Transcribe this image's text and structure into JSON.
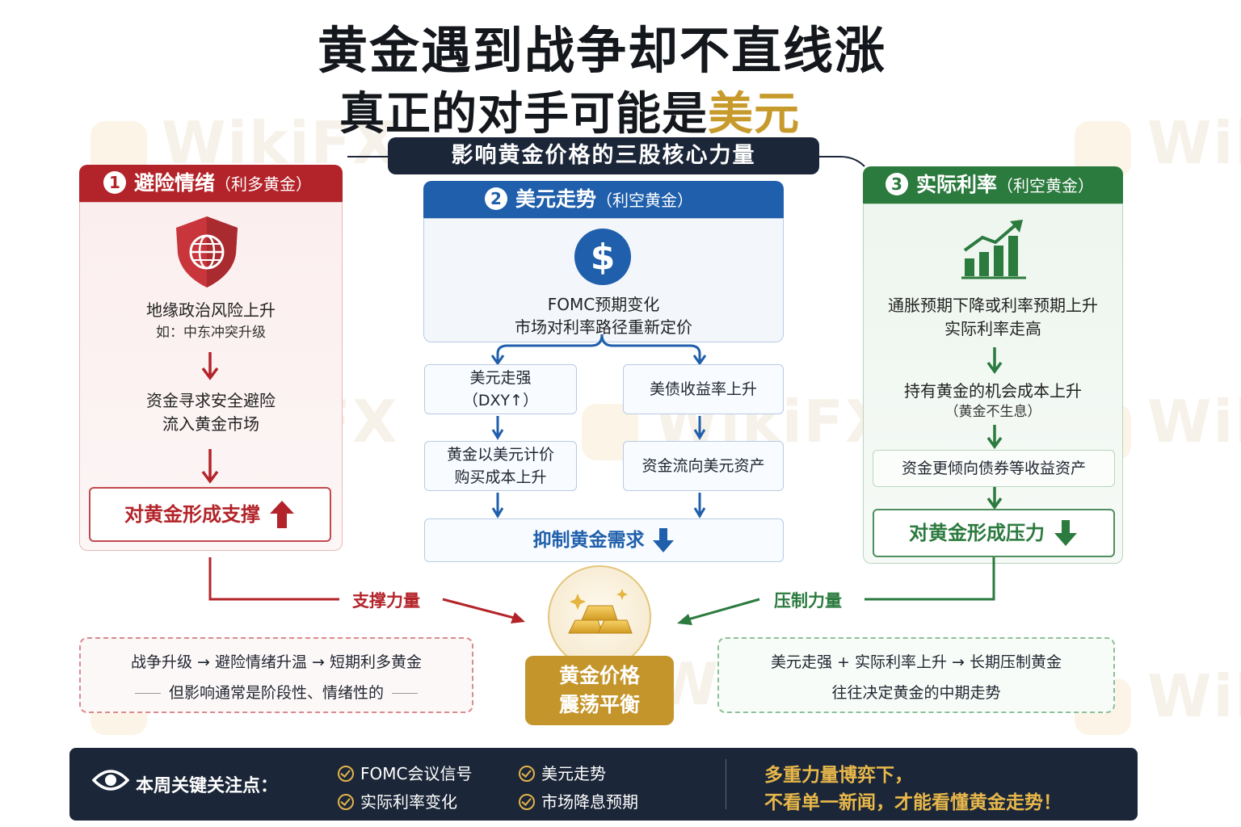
{
  "watermark": "WikiFX",
  "title": {
    "line1": "黄金遇到战争却不直线涨",
    "line2_prefix": "真正的对手可能是",
    "line2_highlight": "美元"
  },
  "core_label": "影响黄金价格的三股核心力量",
  "col1": {
    "num": "1",
    "title": "避险情绪",
    "tag": "（利多黄金）",
    "icon": "shield-globe-icon",
    "step1_main": "地缘政治风险上升",
    "step1_sub": "如：中东冲突升级",
    "step2_main": "资金寻求安全避险",
    "step2_sub": "流入黄金市场",
    "result": "对黄金形成支撑"
  },
  "col2": {
    "num": "2",
    "title": "美元走势",
    "tag": "（利空黄金）",
    "icon": "dollar-icon",
    "top_main": "FOMC预期变化",
    "top_sub": "市场对利率路径重新定价",
    "left1_line1": "美元走强",
    "left1_line2": "（DXY↑）",
    "right1": "美债收益率上升",
    "left2_line1": "黄金以美元计价",
    "left2_line2": "购买成本上升",
    "right2": "资金流向美元资产",
    "result": "抑制黄金需求"
  },
  "col3": {
    "num": "3",
    "title": "实际利率",
    "tag": "（利空黄金）",
    "icon": "bar-chart-up-icon",
    "step1_main": "通胀预期下降或利率预期上升",
    "step1_sub": "实际利率走高",
    "step2_main": "持有黄金的机会成本上升",
    "step2_sub": "（黄金不生息）",
    "step3": "资金更倾向债券等收益资产",
    "result": "对黄金形成压力"
  },
  "flow": {
    "support_label": "支撑力量",
    "pressure_label": "压制力量"
  },
  "center": {
    "icon": "gold-bars-icon",
    "line1": "黄金价格",
    "line2": "震荡平衡"
  },
  "note_left": {
    "line1": "战争升级 → 避险情绪升温 → 短期利多黄金",
    "line2": "但影响通常是阶段性、情绪性的"
  },
  "note_right": {
    "line1": "美元走强 + 实际利率上升 → 长期压制黄金",
    "line2": "往往决定黄金的中期走势"
  },
  "bottom": {
    "icon": "eye-icon",
    "label": "本周关键关注点：",
    "items": [
      "FOMC会议信号",
      "美元走势",
      "实际利率变化",
      "市场降息预期"
    ],
    "conclusion_line1": "多重力量博弈下，",
    "conclusion_line2": "不看单一新闻，才能看懂黄金走势！"
  },
  "colors": {
    "red": "#b3242a",
    "blue": "#1f5fab",
    "green": "#2b7a3e",
    "gold": "#c79a2c",
    "navy": "#1b2638"
  }
}
